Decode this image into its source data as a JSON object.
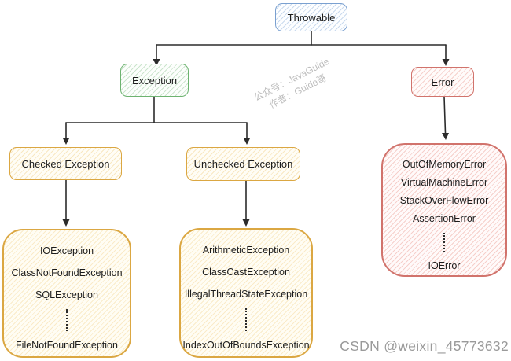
{
  "nodes": {
    "throwable": "Throwable",
    "exception": "Exception",
    "error": "Error",
    "checked_exception": "Checked Exception",
    "unchecked_exception": "Unchecked Exception"
  },
  "checked_list": {
    "items": [
      "IOException",
      "ClassNotFoundException",
      "SQLException",
      "FileNotFoundException"
    ]
  },
  "unchecked_list": {
    "items": [
      "ArithmeticException",
      "ClassCastException",
      "IllegalThreadStateException",
      "IndexOutOfBoundsException"
    ]
  },
  "error_list": {
    "items": [
      "OutOfMemoryError",
      "VirtualMachineError",
      "StackOverFlowError",
      "AssertionError",
      "IOError"
    ]
  },
  "watermark": {
    "line1": "公众号：JavaGuide",
    "line2": "作者：Guide哥"
  },
  "credit": "CSDN @weixin_45773632",
  "colors": {
    "throwable_border": "#7aa0d0",
    "exception_border": "#6db370",
    "error_border": "#d1736c",
    "checked_border": "#dba742",
    "line_color": "#2b2b2b",
    "watermark_gray": "#bdbdbd",
    "credit_gray": "#9a9a9a"
  }
}
